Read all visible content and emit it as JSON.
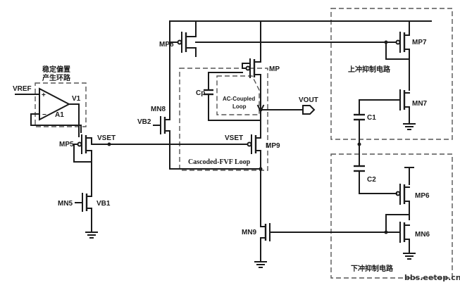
{
  "labels": {
    "vref": "VREF",
    "v1": "V1",
    "a1": "A1",
    "stable_bias_line1": "稳定偏置",
    "stable_bias_line2": "产生环路",
    "vset_left": "VSET",
    "vset_right": "VSET",
    "mp5": "MP5",
    "mn5": "MN5",
    "vb1": "VB1",
    "mn8": "MN8",
    "vb2": "VB2",
    "mp8": "MP8",
    "mp": "MP",
    "cp": "Cp",
    "ac_loop_line1": "AC-Coupled",
    "ac_loop_line2": "Loop",
    "vout": "VOUT",
    "mp9": "MP9",
    "cascoded_loop": "Cascoded-FVF Loop",
    "mn9": "MN9",
    "mp7": "MP7",
    "mn7": "MN7",
    "upper_clamp": "上冲抑制电路",
    "c1": "C1",
    "c2": "C2",
    "mp6": "MP6",
    "mn6": "MN6",
    "lower_clamp": "下冲抑制电路",
    "watermark": "bbs.eetop.cn"
  }
}
